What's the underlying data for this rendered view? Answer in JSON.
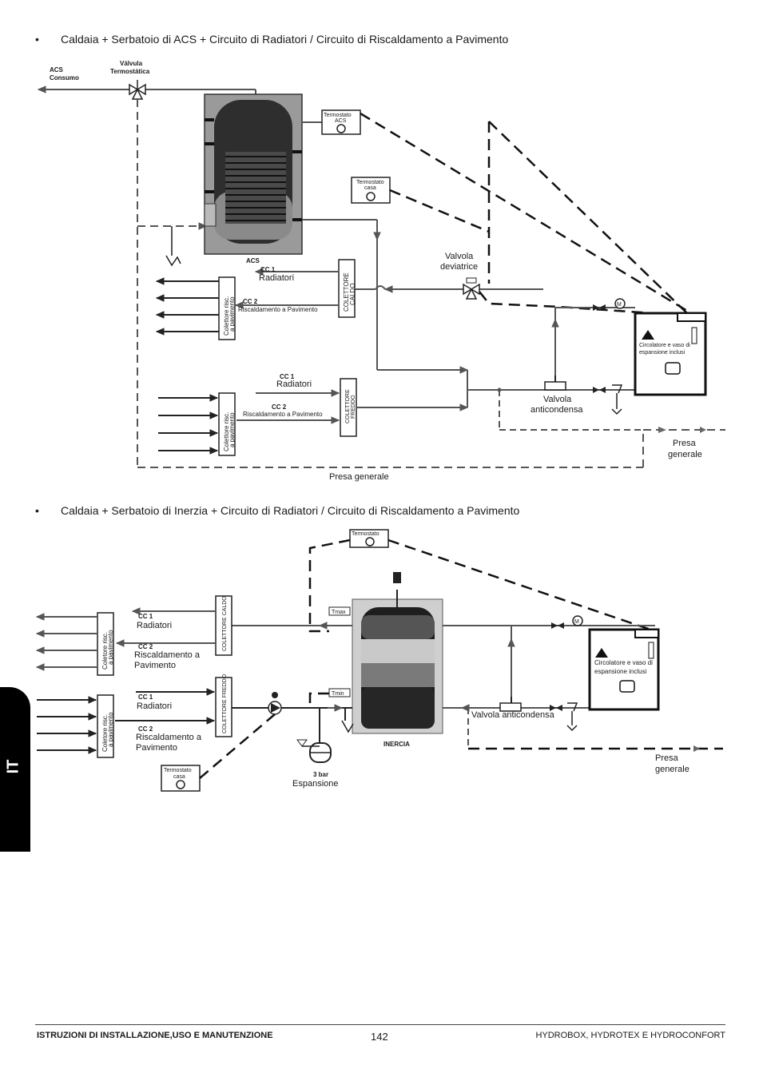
{
  "section1": {
    "bullet": "•",
    "title": "Caldaia + Serbatoio di ACS + Circuito di Radiatori / Circuito di Riscaldamento a Pavimento",
    "acs_consumo": [
      "ACS",
      "Consumo"
    ],
    "valvola_termostatica": [
      "Válvula",
      "Termostática"
    ],
    "termostato_acs": [
      "Termostato",
      "ACS"
    ],
    "termostato_casa": [
      "Termostato",
      "casa"
    ],
    "tank_label": "ACS",
    "collettore_caldo": [
      "COLETTORE",
      "CALDO"
    ],
    "collettore_freddo": [
      "COLETTORE",
      "FREDDO"
    ],
    "collettore_pav": [
      "Colettore risc.",
      "a pavimento"
    ],
    "cc1": "CC 1",
    "radiatori": "Radiatori",
    "cc2": "CC 2",
    "riscaldamento_pav": "Riscaldamento a Pavimento",
    "valvola_deviatrice": [
      "Valvola",
      "deviatrice"
    ],
    "motor": "M",
    "circolatore": [
      "Circolatore e vaso di",
      "espansione inclusi"
    ],
    "valvola_anticondensa": [
      "Valvola",
      "anticondensa"
    ],
    "presa_generale_right": [
      "Presa",
      "generale"
    ],
    "presa_generale_bottom": "Presa generale"
  },
  "section2": {
    "bullet": "•",
    "title": "Caldaia + Serbatoio di Inerzia + Circuito di Radiatori / Circuito di Riscaldamento a Pavimento",
    "termostato": "Termostato",
    "collettore_caldo": "COLETTORE CALDO",
    "collettore_freddo": "COLETTORE FREDDO",
    "collettore_pav": [
      "Coletore risc.",
      "a pavimento"
    ],
    "cc1": "CC 1",
    "radiatori": "Radiatori",
    "cc2": "CC 2",
    "riscaldamento_pav": [
      "Riscaldamento a",
      "Pavimento"
    ],
    "tmax": "Tmax",
    "tmin": "Tmin",
    "inerzia": "INERCIA",
    "motor": "M",
    "circolatore": [
      "Circolatore e vaso di",
      "espansione inclusi"
    ],
    "valvola_anticondensa": "Valvola anticondensa",
    "presa_generale": [
      "Presa",
      "generale"
    ],
    "termostato_casa": [
      "Termostato",
      "casa"
    ],
    "espansione_bar": "3 bar",
    "espansione": "Espansione"
  },
  "side_tab": "IT",
  "footer": {
    "left": "ISTRUZIONI DI INSTALLAZIONE,USO E MANUTENZIONE",
    "page": "142",
    "right": "HYDROBOX, HYDROTEX E HYDROCONFORT"
  }
}
